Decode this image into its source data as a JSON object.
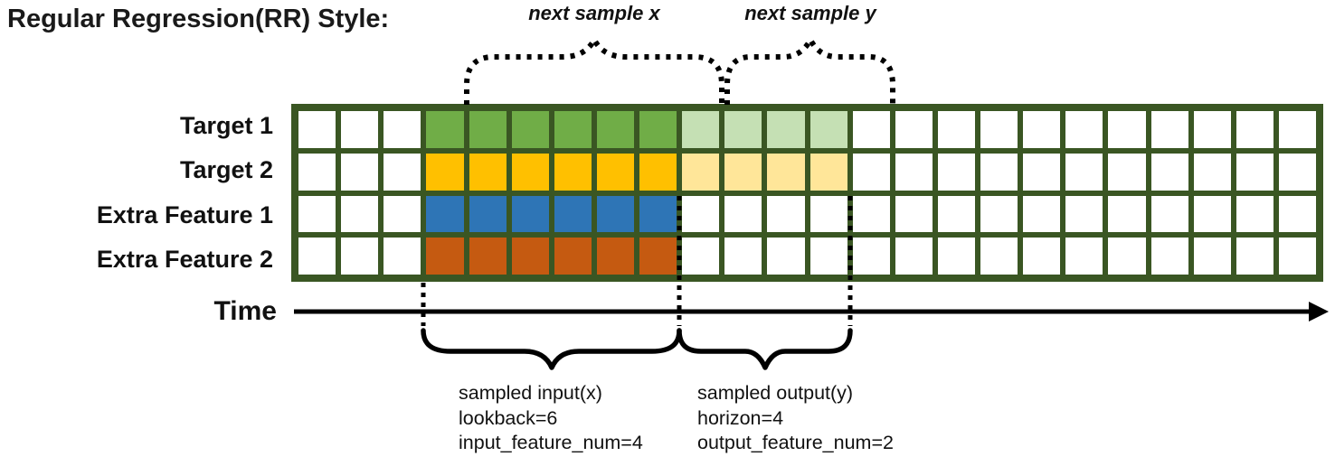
{
  "title": "Regular Regression(RR) Style:",
  "annotations": {
    "next_sample_x": "next sample x",
    "next_sample_y": "next sample y",
    "time_label": "Time",
    "sampled_input": {
      "line1": "sampled input(x)",
      "line2": "lookback=6",
      "line3": "input_feature_num=4"
    },
    "sampled_output": {
      "line1": "sampled output(y)",
      "line2": "horizon=4",
      "line3": "output_feature_num=2"
    }
  },
  "parameters": {
    "lookback": 6,
    "horizon": 4,
    "input_feature_num": 4,
    "output_feature_num": 2
  },
  "colors": {
    "grid_border": "#3A5623",
    "target1_input": "#70AD47",
    "target1_output": "#C5E0B4",
    "target2_input": "#FFC000",
    "target2_output": "#FFE699",
    "extra_feature1_input": "#2E75B6",
    "extra_feature2_input": "#C55A11",
    "empty_cell": "#FFFFFF",
    "annotation": "#000000"
  },
  "grid": {
    "columns": 24,
    "rows": [
      {
        "label": "Target 1",
        "segments": [
          {
            "count": 3,
            "color": "#FFFFFF",
            "role": "empty"
          },
          {
            "count": 6,
            "color": "#70AD47",
            "role": "input"
          },
          {
            "count": 4,
            "color": "#C5E0B4",
            "role": "output"
          },
          {
            "count": 11,
            "color": "#FFFFFF",
            "role": "empty"
          }
        ]
      },
      {
        "label": "Target 2",
        "segments": [
          {
            "count": 3,
            "color": "#FFFFFF",
            "role": "empty"
          },
          {
            "count": 6,
            "color": "#FFC000",
            "role": "input"
          },
          {
            "count": 4,
            "color": "#FFE699",
            "role": "output"
          },
          {
            "count": 11,
            "color": "#FFFFFF",
            "role": "empty"
          }
        ]
      },
      {
        "label": "Extra Feature 1",
        "segments": [
          {
            "count": 3,
            "color": "#FFFFFF",
            "role": "empty"
          },
          {
            "count": 6,
            "color": "#2E75B6",
            "role": "input"
          },
          {
            "count": 15,
            "color": "#FFFFFF",
            "role": "empty"
          }
        ]
      },
      {
        "label": "Extra Feature 2",
        "segments": [
          {
            "count": 3,
            "color": "#FFFFFF",
            "role": "empty"
          },
          {
            "count": 6,
            "color": "#C55A11",
            "role": "input"
          },
          {
            "count": 15,
            "color": "#FFFFFF",
            "role": "empty"
          }
        ]
      }
    ]
  }
}
